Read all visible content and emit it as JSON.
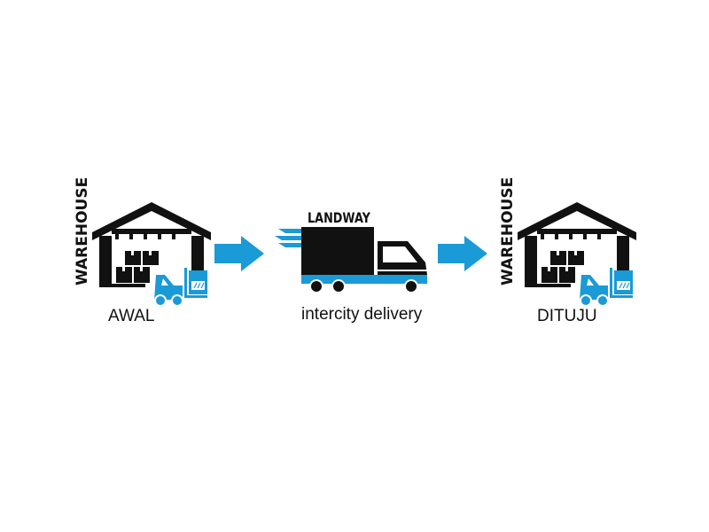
{
  "colors": {
    "accent": "#1a9ad6",
    "ink": "#111111",
    "background": "#ffffff"
  },
  "origin": {
    "side_label": "WAREHOUSE",
    "caption": "AWAL",
    "icons": [
      "warehouse-icon",
      "boxes-icon",
      "forklift-icon"
    ]
  },
  "transport": {
    "brand": "LANDWAY",
    "caption": "intercity delivery",
    "icons": [
      "delivery-truck-icon",
      "speed-lines-icon"
    ]
  },
  "destination": {
    "side_label": "WAREHOUSE",
    "caption": "DITUJU",
    "icons": [
      "warehouse-icon",
      "boxes-icon",
      "forklift-icon"
    ]
  },
  "arrows": [
    "arrow-right-icon",
    "arrow-right-icon"
  ]
}
